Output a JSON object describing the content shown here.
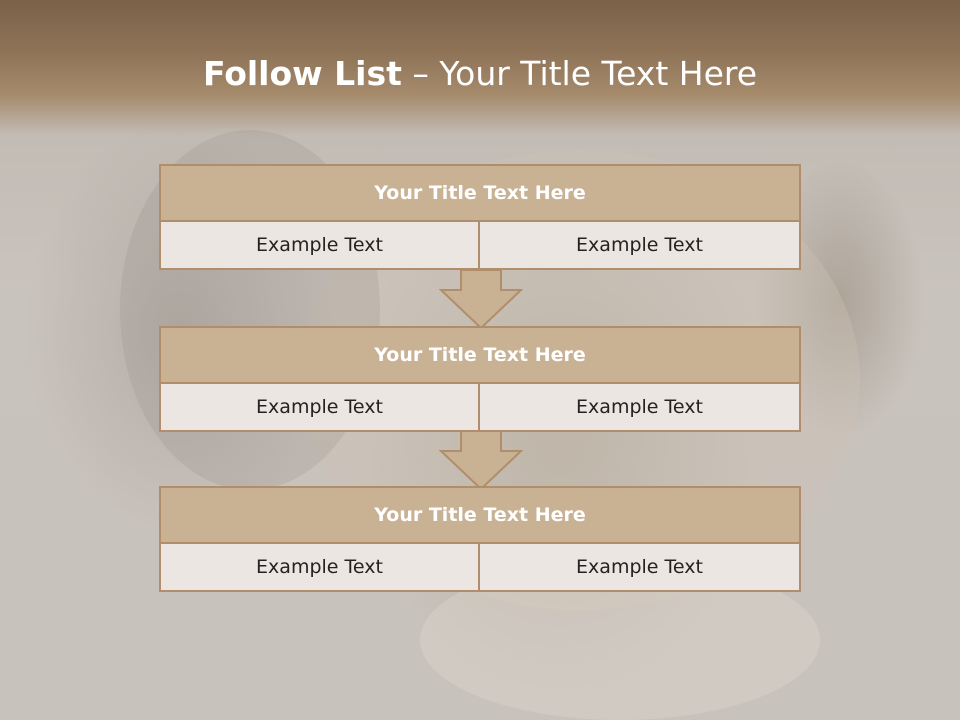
{
  "slide": {
    "title_bold": "Follow List",
    "title_rest": " – Your Title Text Here"
  },
  "steps": [
    {
      "title": "Your Title Text Here",
      "left": "Example Text",
      "right": "Example Text"
    },
    {
      "title": "Your Title Text Here",
      "left": "Example Text",
      "right": "Example Text"
    },
    {
      "title": "Your Title Text Here",
      "left": "Example Text",
      "right": "Example Text"
    }
  ],
  "colors": {
    "header_bar": "#8f7458",
    "box_title_fill": "#c9b194",
    "box_border": "#b08e6c",
    "cell_fill": "#ece6e2"
  }
}
